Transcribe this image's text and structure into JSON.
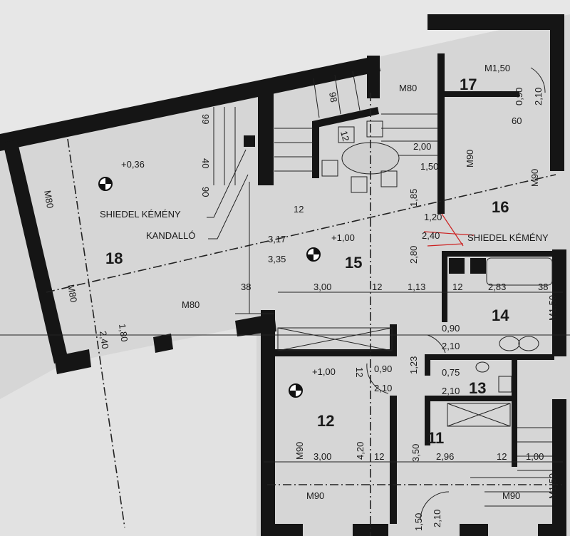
{
  "rooms": [
    "18",
    "15",
    "16",
    "17",
    "14",
    "13",
    "12",
    "11"
  ],
  "elevations": [
    "+0,36",
    "+1,00",
    "+1,00"
  ],
  "notes": {
    "chimney_1": "SHIEDEL KÉMÉNY",
    "fireplace": "KANDALLÓ",
    "chimney_2": "SHIEDEL KÉMÉNY"
  },
  "openings": [
    "M80",
    "M1,50",
    "M90",
    "M90",
    "M80",
    "M80",
    "M80",
    "M1,50",
    "M90",
    "M90",
    "M90",
    "M1,50"
  ],
  "dimensions": [
    "99",
    "40",
    "90",
    "98",
    "12",
    "2,00",
    "1,50",
    "1,85",
    "0,90",
    "2,10",
    "60",
    "12",
    "1,20",
    "2,40",
    "3,17",
    "3,35",
    "2,80",
    "38",
    "3,00",
    "12",
    "1,13",
    "12",
    "2,83",
    "38",
    "0,90",
    "2,10",
    "1,23",
    "0,90",
    "2,10",
    "0,75",
    "2,10",
    "12",
    "4,20",
    "3,00",
    "12",
    "3,50",
    "2,96",
    "12",
    "1,00",
    "1,50",
    "2,10",
    "1,80",
    "2,40"
  ]
}
